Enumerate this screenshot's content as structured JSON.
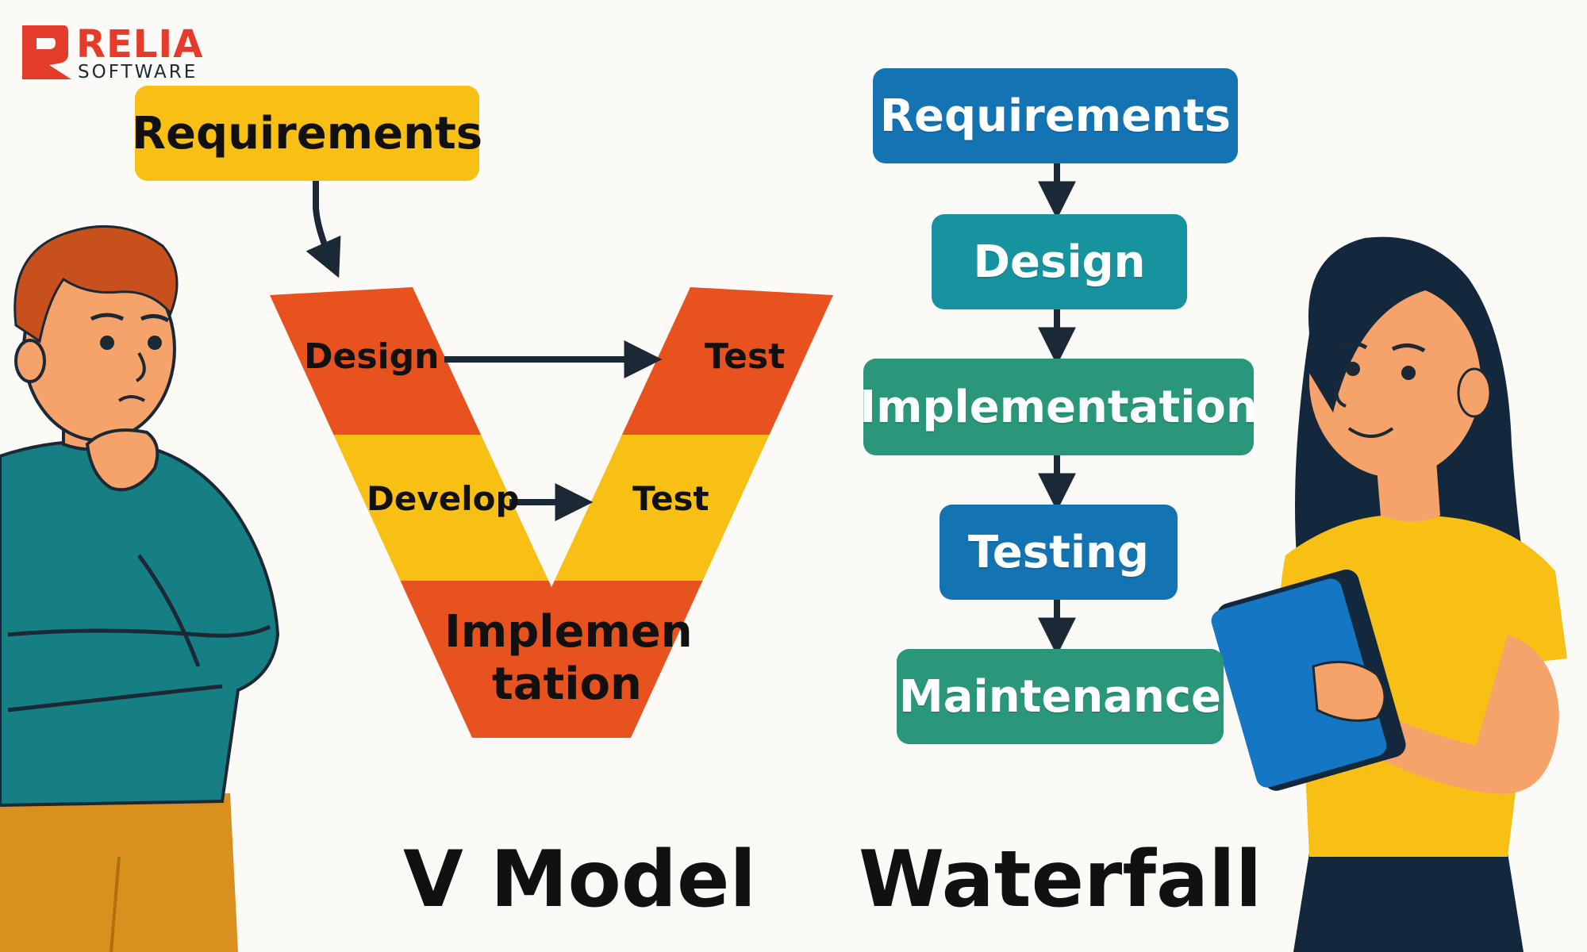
{
  "logo": {
    "brand": "RELIA",
    "sub": "SOFTWARE"
  },
  "v_model": {
    "requirements": "Requirements",
    "design": "Design",
    "test_top": "Test",
    "develop": "Develop",
    "test_mid": "Test",
    "implementation_line1": "Implemen",
    "implementation_line2": "tation",
    "title": "V Model"
  },
  "waterfall": {
    "steps": [
      "Requirements",
      "Design",
      "Implementation",
      "Testing",
      "Maintenance"
    ],
    "title": "Waterfall"
  },
  "colors": {
    "orange": "#e8521f",
    "yellow": "#f8bf14",
    "blue": "#1474b3",
    "teal": "#16939e",
    "green": "#2a967a",
    "dark": "#1b2835",
    "brand_red": "#e43b2a"
  }
}
